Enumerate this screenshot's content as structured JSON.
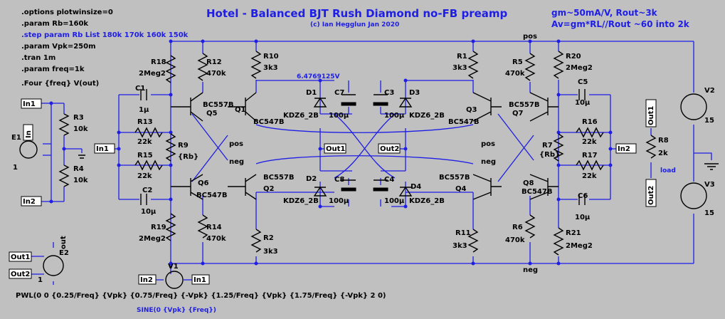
{
  "title": "Hotel - Balanced BJT Rush Diamond no-FB preamp",
  "subtitle": "(c) Ian Hegglun Jan 2020",
  "notes": [
    "gm~50mA/V, Rout~3k",
    "Av=gm*RL//Rout ~60 into 2k"
  ],
  "directives": [
    ".options plotwinsize=0",
    ".param Rb=160k",
    ".step param Rb List 180k 170k 160k 150k",
    ".param Vpk=250m",
    ".tran 1m",
    ".param freq=1k",
    ".Four {freq} V(out)"
  ],
  "node_voltage": "6.4769125V",
  "pwl": "PWL(0 0 {0.25/Freq} {Vpk} {0.75/Freq} {-Vpk} {1.25/Freq} {Vpk} {1.75/Freq} {-Vpk} 2 0)",
  "sine": "SINE(0 {Vpk} {Freq})",
  "nets": {
    "in1": "In1",
    "in2": "In2",
    "in": "In",
    "out": "out",
    "out1": "Out1",
    "out2": "Out2",
    "pos": "pos",
    "neg": "neg",
    "load": "load"
  },
  "parts": {
    "R18": "R18",
    "R18v": "2Meg2",
    "R12": "R12",
    "R12v": "470k",
    "R10": "R10",
    "R10v": "3k3",
    "R3": "R3",
    "R3v": "10k",
    "R4": "R4",
    "R4v": "10k",
    "R13": "R13",
    "R13v": "22k",
    "R15": "R15",
    "R15v": "22k",
    "R9": "R9",
    "R9v": "{Rb}",
    "R19": "R19",
    "R19v": "2Meg2",
    "R14": "R14",
    "R14v": "470k",
    "R2": "R2",
    "R2v": "3k3",
    "R1": "R1",
    "R1v": "3k3",
    "R5": "R5",
    "R5v": "470k",
    "R20": "R20",
    "R20v": "2Meg2",
    "R16": "R16",
    "R16v": "22k",
    "R17": "R17",
    "R17v": "22k",
    "R7": "R7",
    "R7v": "{Rb}",
    "R11": "R11",
    "R11v": "3k3",
    "R6": "R6",
    "R6v": "470k",
    "R21": "R21",
    "R21v": "2Meg2",
    "R8": "R8",
    "R8v": "2k",
    "C1": "C1",
    "C1v": "1µ",
    "C2": "C2",
    "C2v": "10µ",
    "C7": "C7",
    "C7v": "100µ",
    "C8": "C8",
    "C8v": "100µ",
    "C3": "C3",
    "C3v": "100µ",
    "C4": "C4",
    "C4v": "100µ",
    "C5": "C5",
    "C5v": "10µ",
    "C6": "C6",
    "C6v": "10µ",
    "D1": "D1",
    "D2": "D2",
    "D3": "D3",
    "D4": "D4",
    "Dv": "KDZ6_2B",
    "Q1": "Q1",
    "Q2": "Q2",
    "Q3": "Q3",
    "Q4": "Q4",
    "Q5": "Q5",
    "Q6": "Q6",
    "Q7": "Q7",
    "Q8": "Q8",
    "npn": "BC547B",
    "pnp": "BC557B",
    "E1": "E1",
    "E1g": "1",
    "E2": "E2",
    "E2g": "1",
    "V1": "V1",
    "V2": "V2",
    "V2v": "15",
    "V3": "V3",
    "V3v": "15"
  }
}
